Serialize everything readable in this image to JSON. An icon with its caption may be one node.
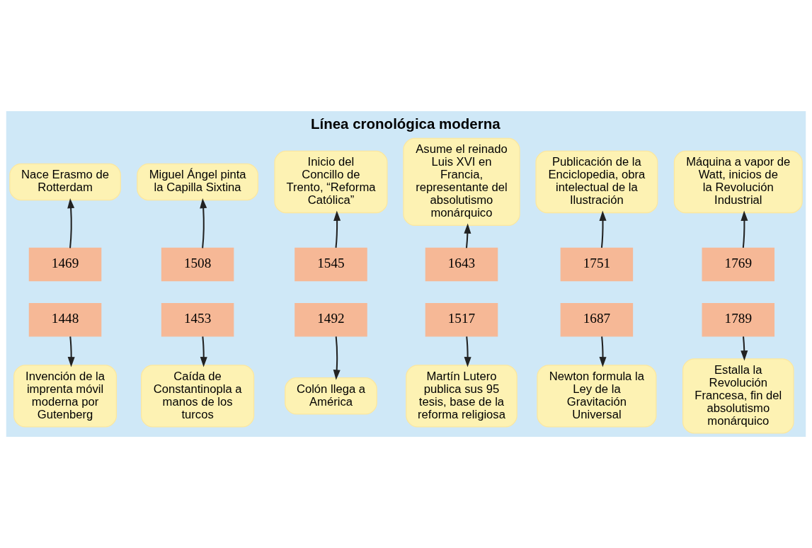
{
  "diagram": {
    "title": "Línea cronológica moderna",
    "nodes": [
      {
        "text": [
          "Nace Erasmo de Rotterdam"
        ]
      },
      {
        "text": [
          "Miguel Ángel pinta la Capilla Sixtina"
        ]
      },
      {
        "text": [
          "Inicio del Concillo de Trento, “Reforma Católica”"
        ]
      },
      {
        "text": [
          "Asume el reinado Luis XVI en Francia, representante del absolutismo monárquico"
        ]
      },
      {
        "text": [
          "Publicación de la Enciclopedia, obra intelectual de la Ilustración"
        ]
      },
      {
        "text": [
          "Máquina a vapor de Watt, inicios de la Revolución Industrial"
        ]
      },
      {
        "text": [
          "1469"
        ]
      },
      {
        "text": [
          "1508"
        ]
      },
      {
        "text": [
          "1545"
        ]
      },
      {
        "text": [
          "1643"
        ]
      },
      {
        "text": [
          "1751"
        ]
      },
      {
        "text": [
          "1769"
        ]
      },
      {
        "text": [
          "1448"
        ]
      },
      {
        "text": [
          "1453"
        ]
      },
      {
        "text": [
          "1492"
        ]
      },
      {
        "text": [
          "1517"
        ]
      },
      {
        "text": [
          "1687"
        ]
      },
      {
        "text": [
          "1789"
        ]
      },
      {
        "text": [
          "Invención de la imprenta móvil moderna por Gutenberg"
        ]
      },
      {
        "text": [
          "Caída de Constantinopla a manos de los turcos"
        ]
      },
      {
        "text": [
          "Colón llega a América"
        ]
      },
      {
        "text": [
          "Martín Lutero publica sus 95 tesis, base de la reforma religiosa"
        ]
      },
      {
        "text": [
          "Newton formula la Ley de la Gravitación Universal"
        ]
      },
      {
        "text": [
          "Estalla la Revolución Francesa, fin del absolutismo monárquico"
        ]
      }
    ],
    "edges": [
      {
        "from": 6,
        "to": 0,
        "arrow": "to"
      },
      {
        "from": 7,
        "to": 1,
        "arrow": "to"
      },
      {
        "from": 8,
        "to": 2,
        "arrow": "to"
      },
      {
        "from": 9,
        "to": 3,
        "arrow": "to"
      },
      {
        "from": 10,
        "to": 4,
        "arrow": "to"
      },
      {
        "from": 11,
        "to": 5,
        "arrow": "to"
      },
      {
        "from": 12,
        "to": 18,
        "arrow": "to"
      },
      {
        "from": 13,
        "to": 19,
        "arrow": "to"
      },
      {
        "from": 14,
        "to": 20,
        "arrow": "to"
      },
      {
        "from": 15,
        "to": 21,
        "arrow": "to"
      },
      {
        "from": 16,
        "to": 22,
        "arrow": "to"
      },
      {
        "from": 17,
        "to": 23,
        "arrow": "to"
      }
    ]
  }
}
